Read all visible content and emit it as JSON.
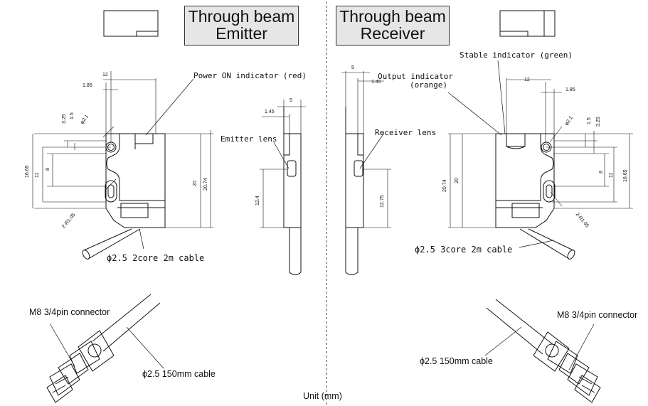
{
  "header_left": {
    "line1": "Through beam",
    "line2": "Emitter"
  },
  "header_right": {
    "line1": "Through beam",
    "line2": "Receiver"
  },
  "labels": {
    "power_on": "Power ON indicator (red)",
    "emitter_lens": "Emitter lens",
    "emitter_cable": "ϕ2.5 2core 2m cable",
    "stable": "Stable indicator (green)",
    "output_line1": "Output indicator",
    "output_line2": "(orange)",
    "receiver_lens": "Receiver lens",
    "receiver_cable": "ϕ2.5 3core 2m cable",
    "connector_left": "M8  3/4pin connector",
    "cable_left": "ϕ2.5  150mm cable",
    "connector_right": "M8 3/4pin connector",
    "cable_right": "ϕ2.5  150mm cable",
    "unit": "Unit (mm)"
  },
  "dims_left": {
    "d12": "12",
    "d185": "1.85",
    "d21": "φ2.1",
    "d325": "3.25",
    "d15": "1.5",
    "d1665": "16.65",
    "d11": "11",
    "d8": "8",
    "d20": "20",
    "d2074": "20.74",
    "dR": "2-R1.05",
    "d5": "5",
    "d145": "1.45",
    "d124": "12.4"
  },
  "dims_right": {
    "d5": "5",
    "d145": "1.45",
    "d1275": "12.75",
    "d12": "12",
    "d185": "1.85",
    "d21": "φ2.1",
    "d15": "1.5",
    "d325": "3.25",
    "d2074": "20.74",
    "d20": "20",
    "d8": "8",
    "d11": "11",
    "d1665": "16.65",
    "dR": "2-R1.05"
  }
}
